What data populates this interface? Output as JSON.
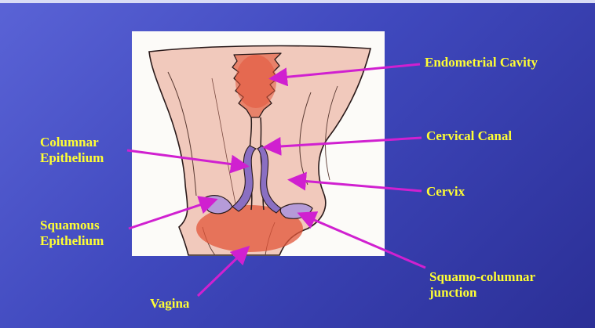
{
  "labels": {
    "endometrial_cavity": "Endometrial Cavity",
    "cervical_canal": "Cervical Canal",
    "cervix": "Cervix",
    "squamo_columnar": [
      "Squamo-columnar",
      "junction"
    ],
    "columnar_epithelium": [
      "Columnar",
      "Epithelium"
    ],
    "squamous_epithelium": [
      "Squamous",
      "Epithelium"
    ],
    "vagina": "Vagina"
  },
  "colors": {
    "background": "#3f48bd",
    "label_text": "#ffff33",
    "arrow": "#d020d0",
    "tissue": "#f1c9bc",
    "tissue_dark": "#e59a8a",
    "blood_red": "#e2553a",
    "epithelium_purple": "#8a6fc2",
    "outline": "#2a1a1a"
  }
}
